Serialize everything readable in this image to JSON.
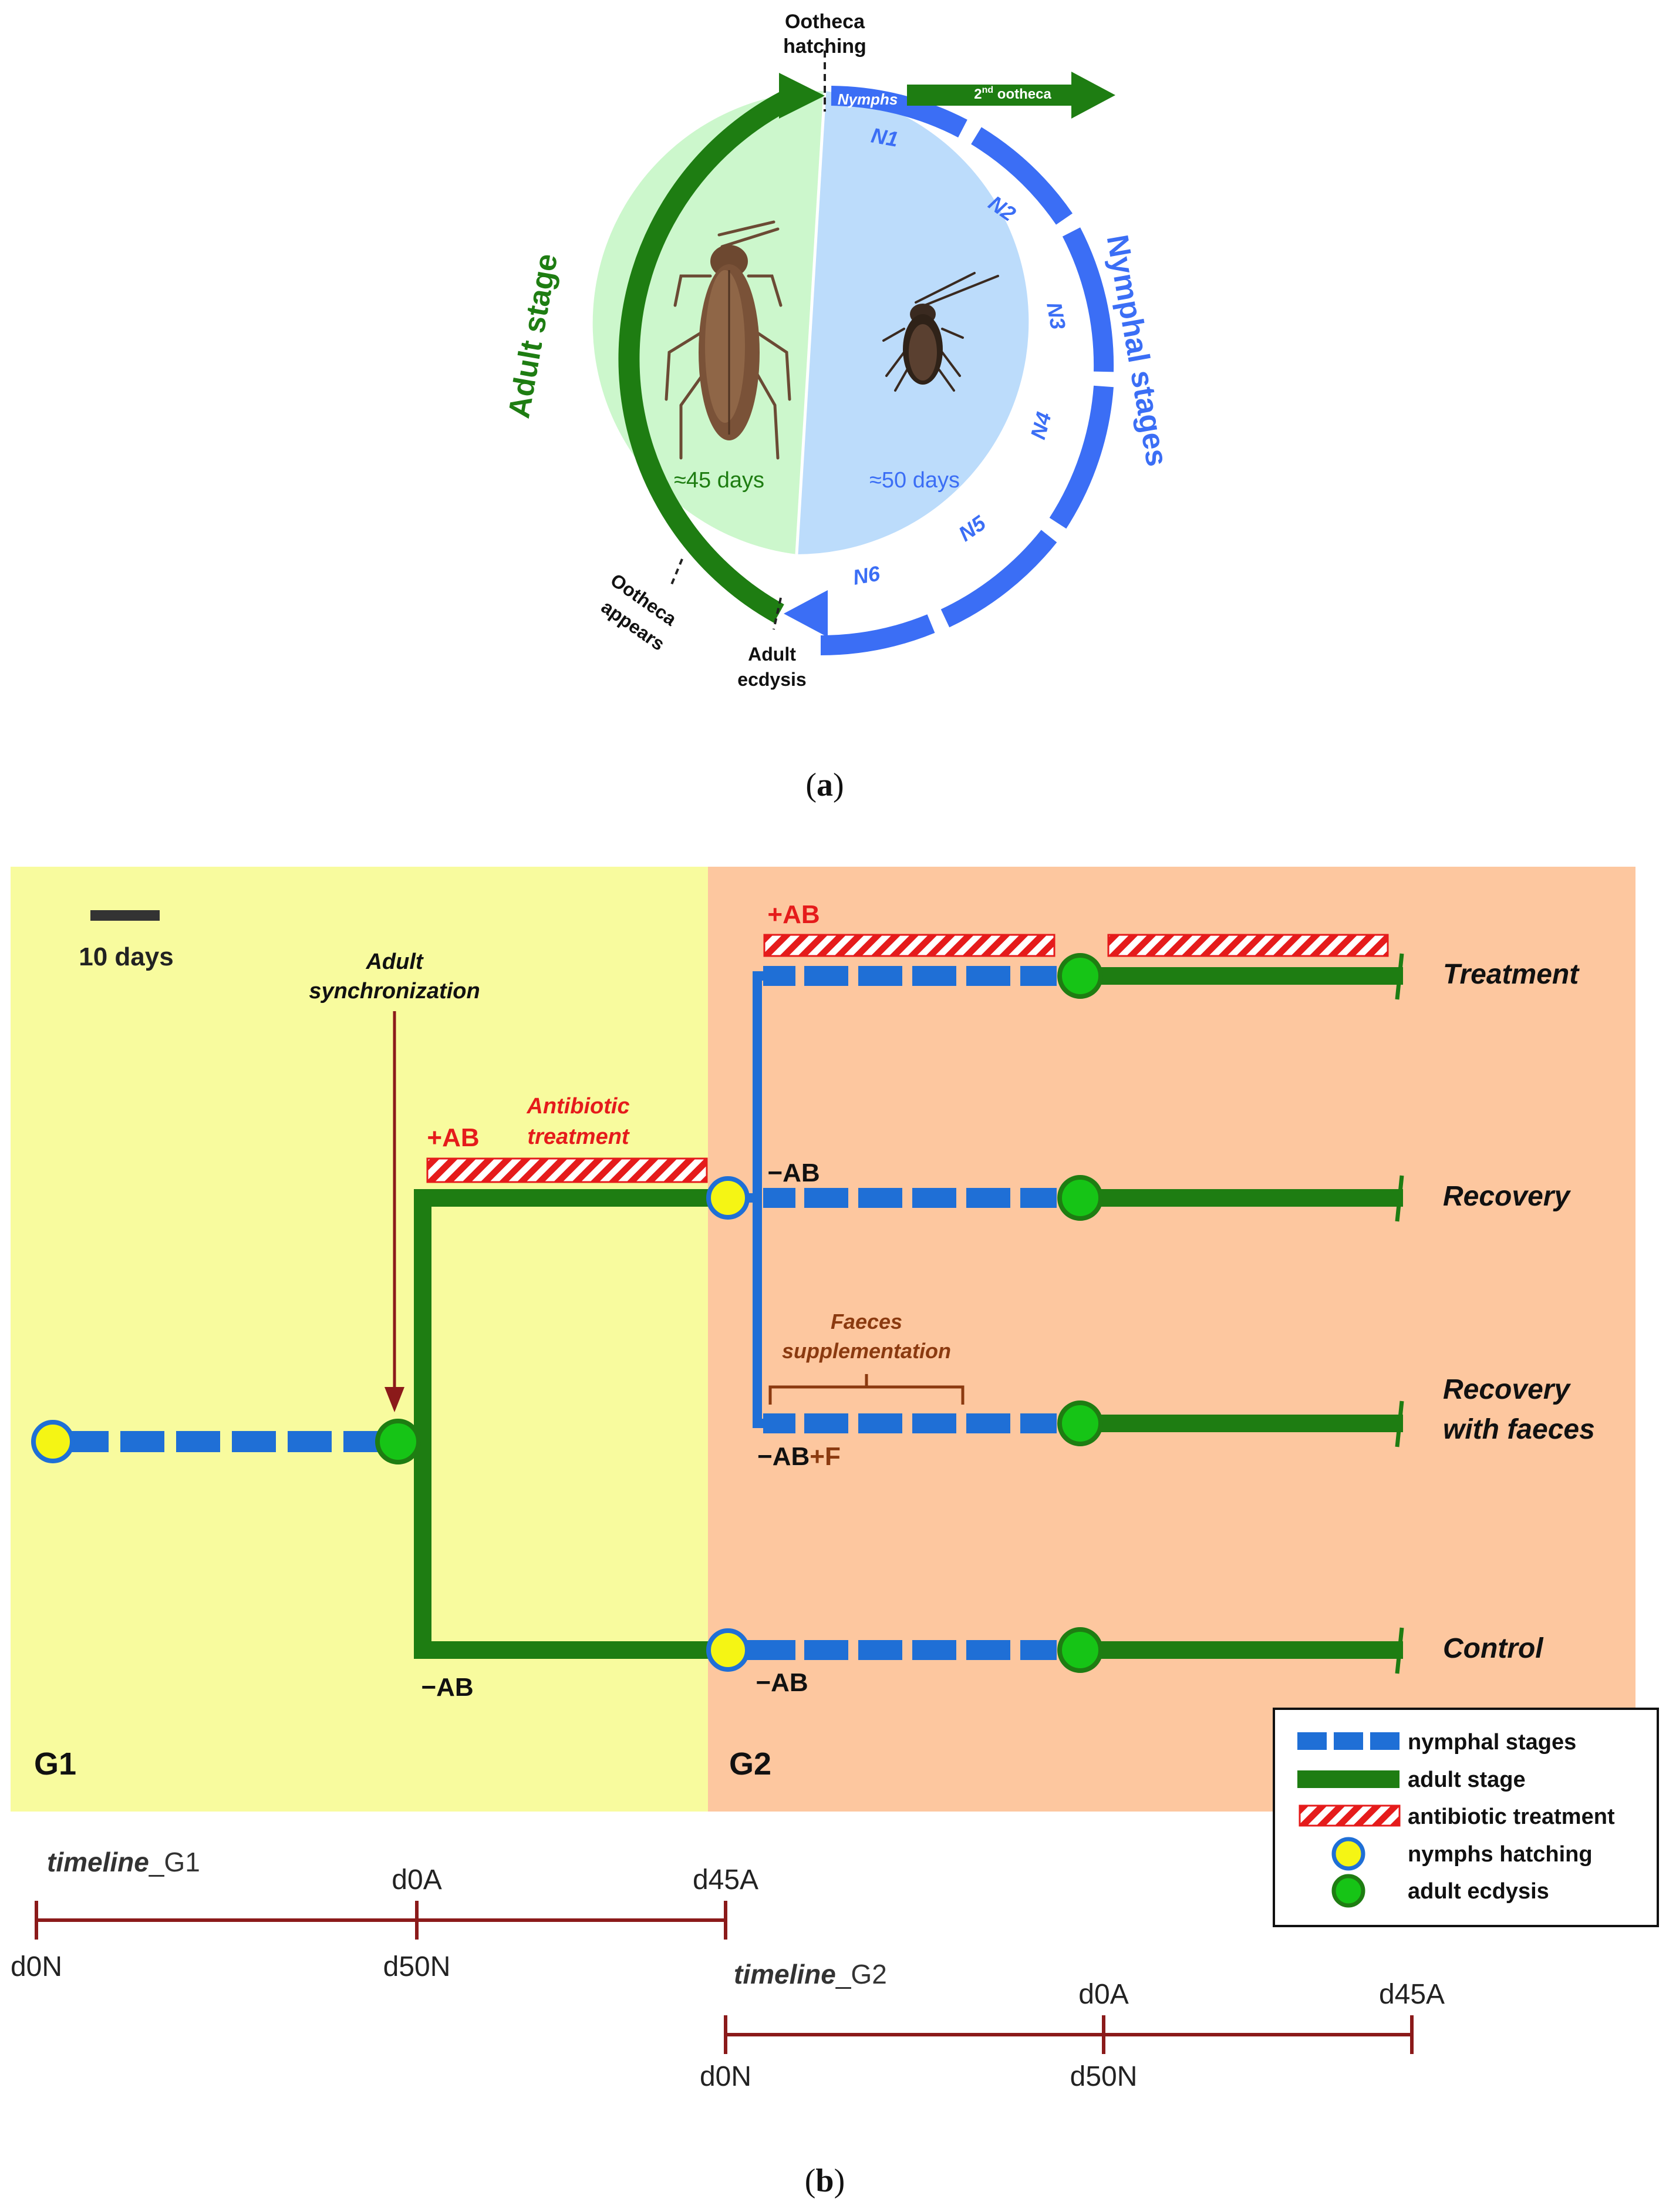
{
  "panel_a": {
    "caption_label": "(a)",
    "ootheca_hatching": [
      "Ootheca",
      "hatching"
    ],
    "nymphs_label": "Nymphs",
    "second_ootheca": {
      "prefix": "2",
      "sup": "nd",
      "suffix": " ootheca"
    },
    "adult_stage": "Adult stage",
    "nymphal_stages": "Nymphal stages",
    "adult_days": "≈45 days",
    "nymph_days": "≈50 days",
    "nymph_labels": [
      "N1",
      "N2",
      "N3",
      "N4",
      "N5",
      "N6"
    ],
    "ootheca_appears": [
      "Ootheca",
      "appears"
    ],
    "adult_ecdysis": [
      "Adult",
      "ecdysis"
    ]
  },
  "panel_b": {
    "caption_label": "(b)",
    "scale_label": "10 days",
    "adult_sync": [
      "Adult",
      "synchronization"
    ],
    "antibiotic_treatment": [
      "Antibiotic",
      "treatment"
    ],
    "plus_ab": "+AB",
    "minus_ab": "−AB",
    "minus_ab_f": {
      "base": "−AB",
      "suffix": "+F"
    },
    "faeces_supplementation": [
      "Faeces",
      "supplementation"
    ],
    "g1": "G1",
    "g2": "G2",
    "branches": {
      "treatment": "Treatment",
      "recovery": "Recovery",
      "recovery_with_faeces": [
        "Recovery",
        "with faeces"
      ],
      "control": "Control"
    },
    "legend": [
      "nymphal stages",
      "adult stage",
      "antibiotic treatment",
      "nymphs hatching",
      "adult ecdysis"
    ],
    "timeline_g1": {
      "title": {
        "italic": "timeline",
        "rest": "_G1"
      },
      "top": [
        "d0A",
        "d45A"
      ],
      "bottom": [
        "d0N",
        "d50N"
      ]
    },
    "timeline_g2": {
      "title": {
        "italic": "timeline",
        "rest": "_G2"
      },
      "top": [
        "d0A",
        "d45A"
      ],
      "bottom": [
        "d0N",
        "d50N"
      ]
    }
  },
  "colors": {
    "adult_green": "#1e7d12",
    "nymph_blue": "#3b6ef5",
    "node_blue": "#1f6fd6",
    "node_yellow": "#f5f514",
    "node_green": "#16c416",
    "ab_red": "#e51b1b",
    "faeces_brown": "#8b3a10",
    "timeline_red": "#8b1a1a",
    "g1_bg": "#f8fb9e",
    "g2_bg": "#fdc79f",
    "adult_bg": "#ccf7cc",
    "nymph_bg": "#bcdcfb"
  }
}
